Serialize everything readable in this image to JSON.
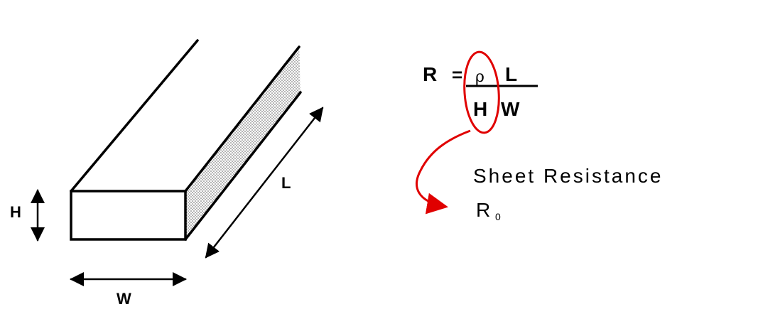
{
  "labels": {
    "height": "H",
    "width": "W",
    "length": "L"
  },
  "formula": {
    "lhs": "R",
    "equals": "=",
    "rho": "ρ",
    "numerator_l": "L",
    "denominator_h": "H",
    "denominator_w": "W"
  },
  "annotation": {
    "line1": "Sheet Resistance",
    "symbol_main": "R",
    "symbol_sub": "0"
  },
  "colors": {
    "stroke": "#000000",
    "highlight": "#e00000",
    "arrow": "#e00000",
    "pattern_dot": "#555555"
  }
}
